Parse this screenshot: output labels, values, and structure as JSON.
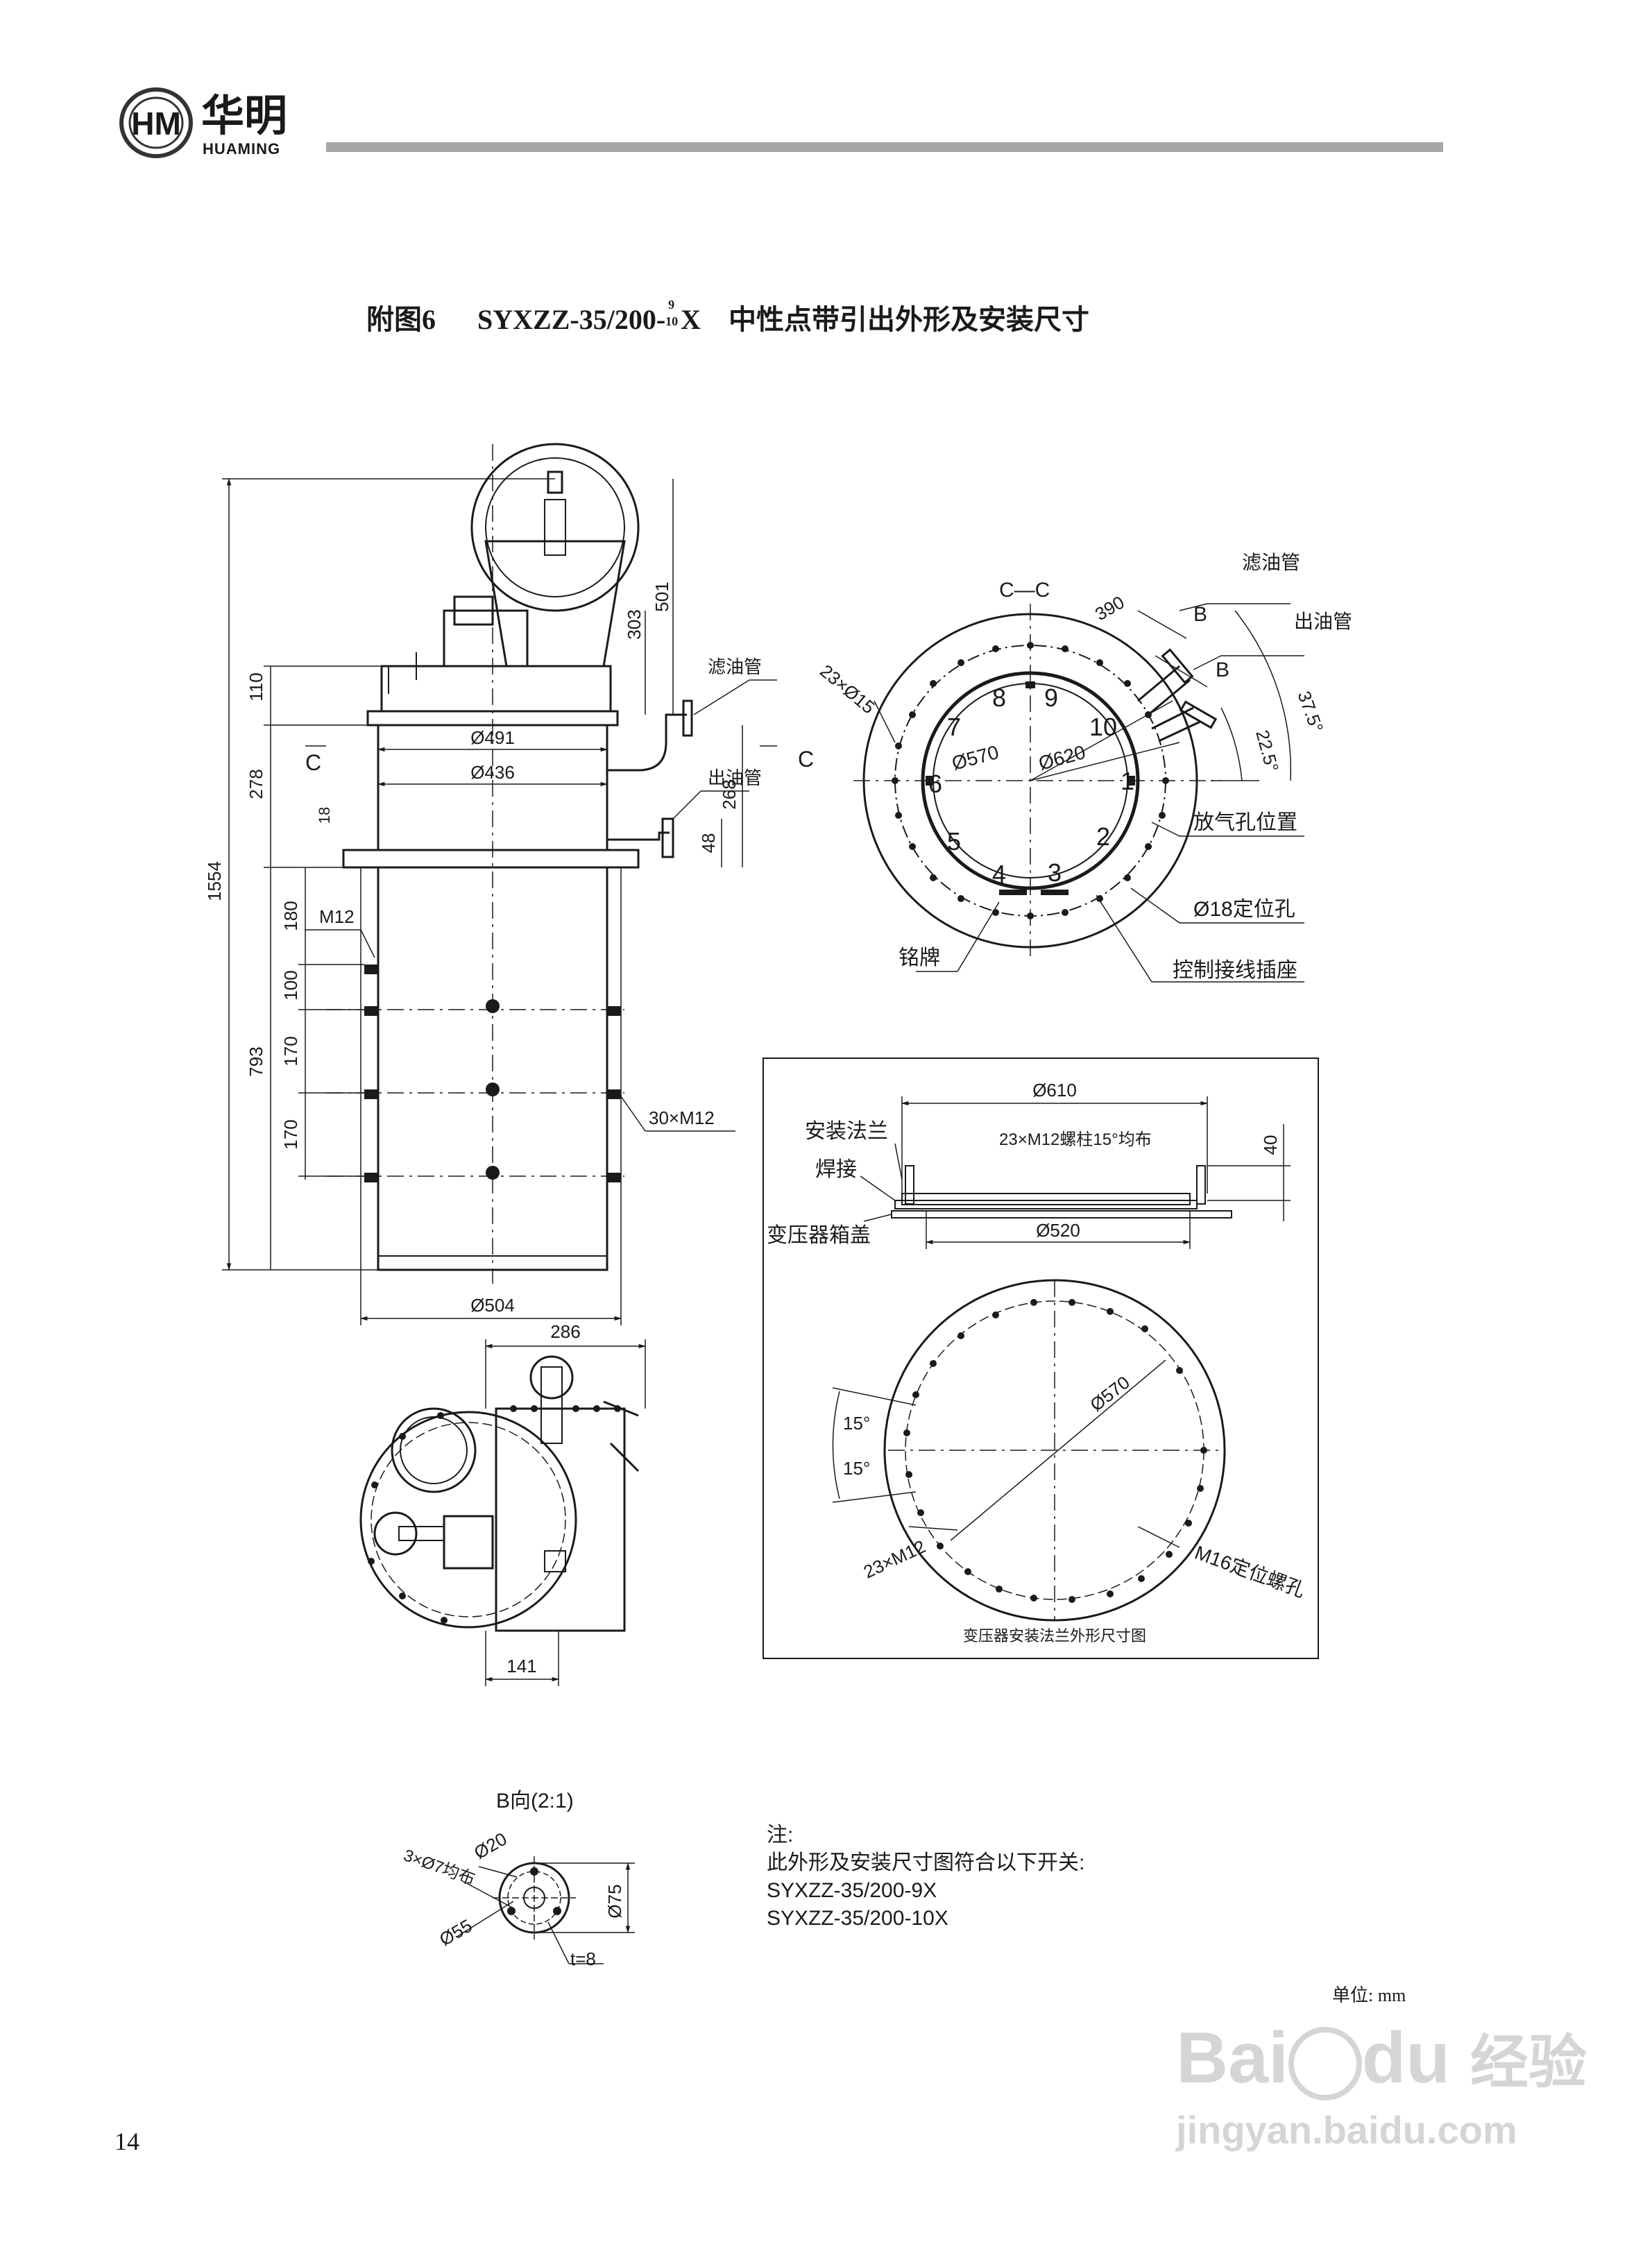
{
  "header": {
    "brand_cn": "华明",
    "brand_en": "HUAMING",
    "logo_letters": "HM",
    "rule_color": "#a6a6a6"
  },
  "title": {
    "prefix": "附图6",
    "model": "SYXZZ-35/200-",
    "frac_top": "9",
    "frac_bottom": "10",
    "suffix": "X",
    "description": "中性点带引出外形及安装尺寸"
  },
  "front_view": {
    "overall_height": "1554",
    "dim_501": "501",
    "dim_303": "303",
    "dim_110": "110",
    "dim_278": "278",
    "dim_18": "18",
    "dim_180": "180",
    "dim_100": "100",
    "dim_170a": "170",
    "dim_170b": "170",
    "dim_793": "793",
    "dim_268": "268",
    "dim_48": "48",
    "dia_491": "Ø491",
    "dia_436": "Ø436",
    "dia_504": "Ø504",
    "section_mark": "C",
    "m12": "M12",
    "bolts": "30×M12",
    "filter_pipe": "滤油管",
    "outlet_pipe": "出油管"
  },
  "section_cc": {
    "title": "C—C",
    "dim_390": "390",
    "label_b1": "B",
    "label_b2": "B",
    "filter_pipe": "滤油管",
    "outlet_pipe": "出油管",
    "angle_375": "37.5°",
    "angle_225": "22.5°",
    "holes": "23×Ø15",
    "dia_570": "Ø570",
    "dia_620": "Ø620",
    "numbers": [
      "1",
      "2",
      "3",
      "4",
      "5",
      "6",
      "7",
      "8",
      "9",
      "10"
    ],
    "vent": "放气孔位置",
    "locating_hole": "Ø18定位孔",
    "nameplate": "铭牌",
    "socket": "控制接线插座"
  },
  "top_view": {
    "dim_286": "286",
    "dim_141": "141"
  },
  "flange_panel": {
    "dia_610": "Ø610",
    "mount_flange": "安装法兰",
    "weld": "焊接",
    "studs": "23×M12螺柱15°均布",
    "dim_40": "40",
    "tank_cover": "变压器箱盖",
    "dia_520": "Ø520",
    "angle_15a": "15°",
    "angle_15b": "15°",
    "dia_570": "Ø570",
    "holes_m12": "23×M12",
    "m16": "M16定位螺孔",
    "caption": "变压器安装法兰外形尺寸图"
  },
  "b_view": {
    "title": "B向(2:1)",
    "dia_20": "Ø20",
    "holes": "3×Ø7均布",
    "dia_55": "Ø55",
    "dia_75": "Ø75",
    "thickness": "t=8"
  },
  "notes": {
    "heading": "注:",
    "line1": "此外形及安装尺寸图符合以下开关:",
    "line2": "SYXZZ-35/200-9X",
    "line3": "SYXZZ-35/200-10X"
  },
  "unit": "单位: mm",
  "page_number": "14",
  "watermark": {
    "brand": "Bai",
    "brand2": "du",
    "cn": "经验",
    "url": "jingyan.baidu.com"
  }
}
